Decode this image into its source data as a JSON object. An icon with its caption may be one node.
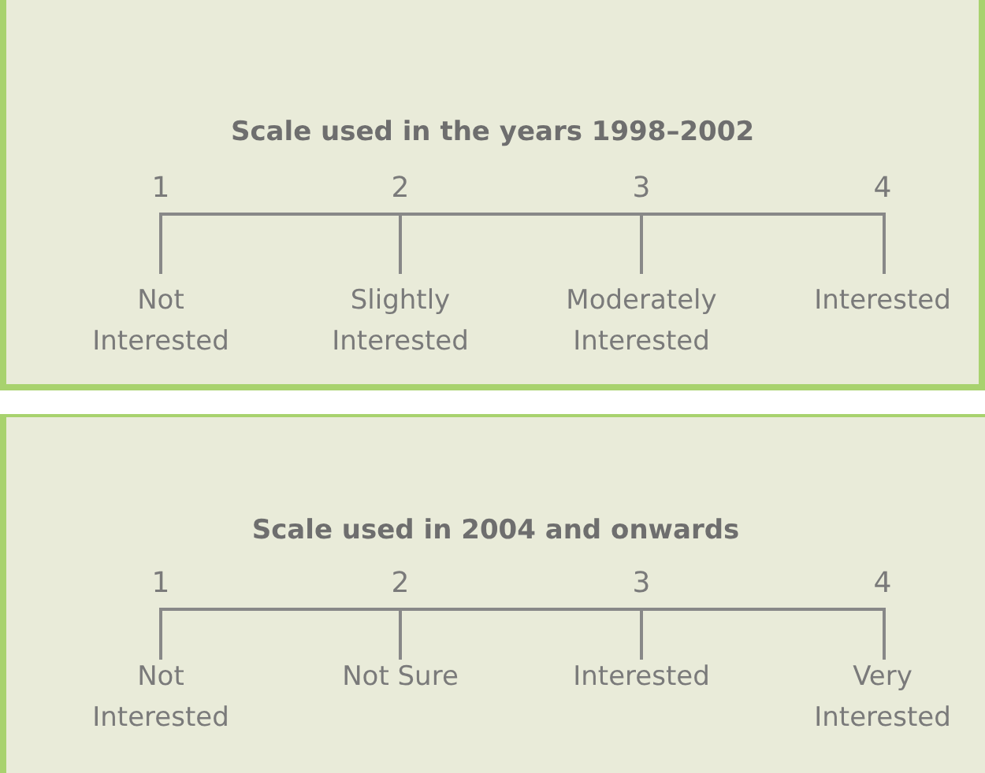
{
  "diagram": {
    "nodes": [
      {
        "text": [
          "Scale used in the years 1998–2002"
        ]
      },
      {
        "text": [
          "Scale used in 2004 and onwards"
        ]
      }
    ],
    "labels": [
      "1",
      "2",
      "3",
      "4",
      "Not Interested",
      "Slightly Interested",
      "Moderately Interested",
      "Interested",
      "1",
      "2",
      "3",
      "4",
      "Not Interested",
      "Not Sure",
      "Interested",
      "Very Interested"
    ]
  }
}
